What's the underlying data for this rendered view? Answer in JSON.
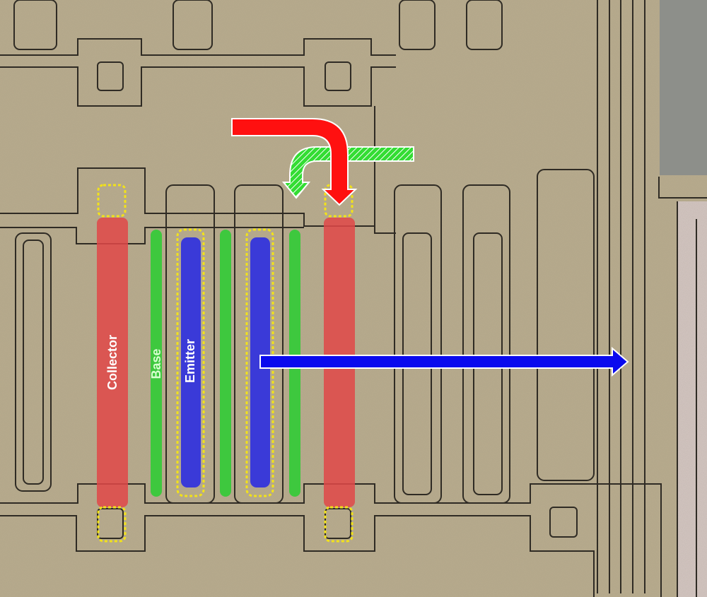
{
  "labels": {
    "collector": "Collector",
    "base": "Base",
    "emitter": "Emitter"
  },
  "colors": {
    "substrate": "#b8ab8c",
    "metal_outline": "#2f2b24",
    "collector": "#e04848",
    "base": "#3ec83e",
    "emitter": "#3a3ad8",
    "contact_outline": "#f2e21a",
    "red_arrow": "#ff1010",
    "green_arrow": "#33dd33",
    "blue_arrow": "#0a0aee",
    "right_metal": "#d6c8c4"
  }
}
